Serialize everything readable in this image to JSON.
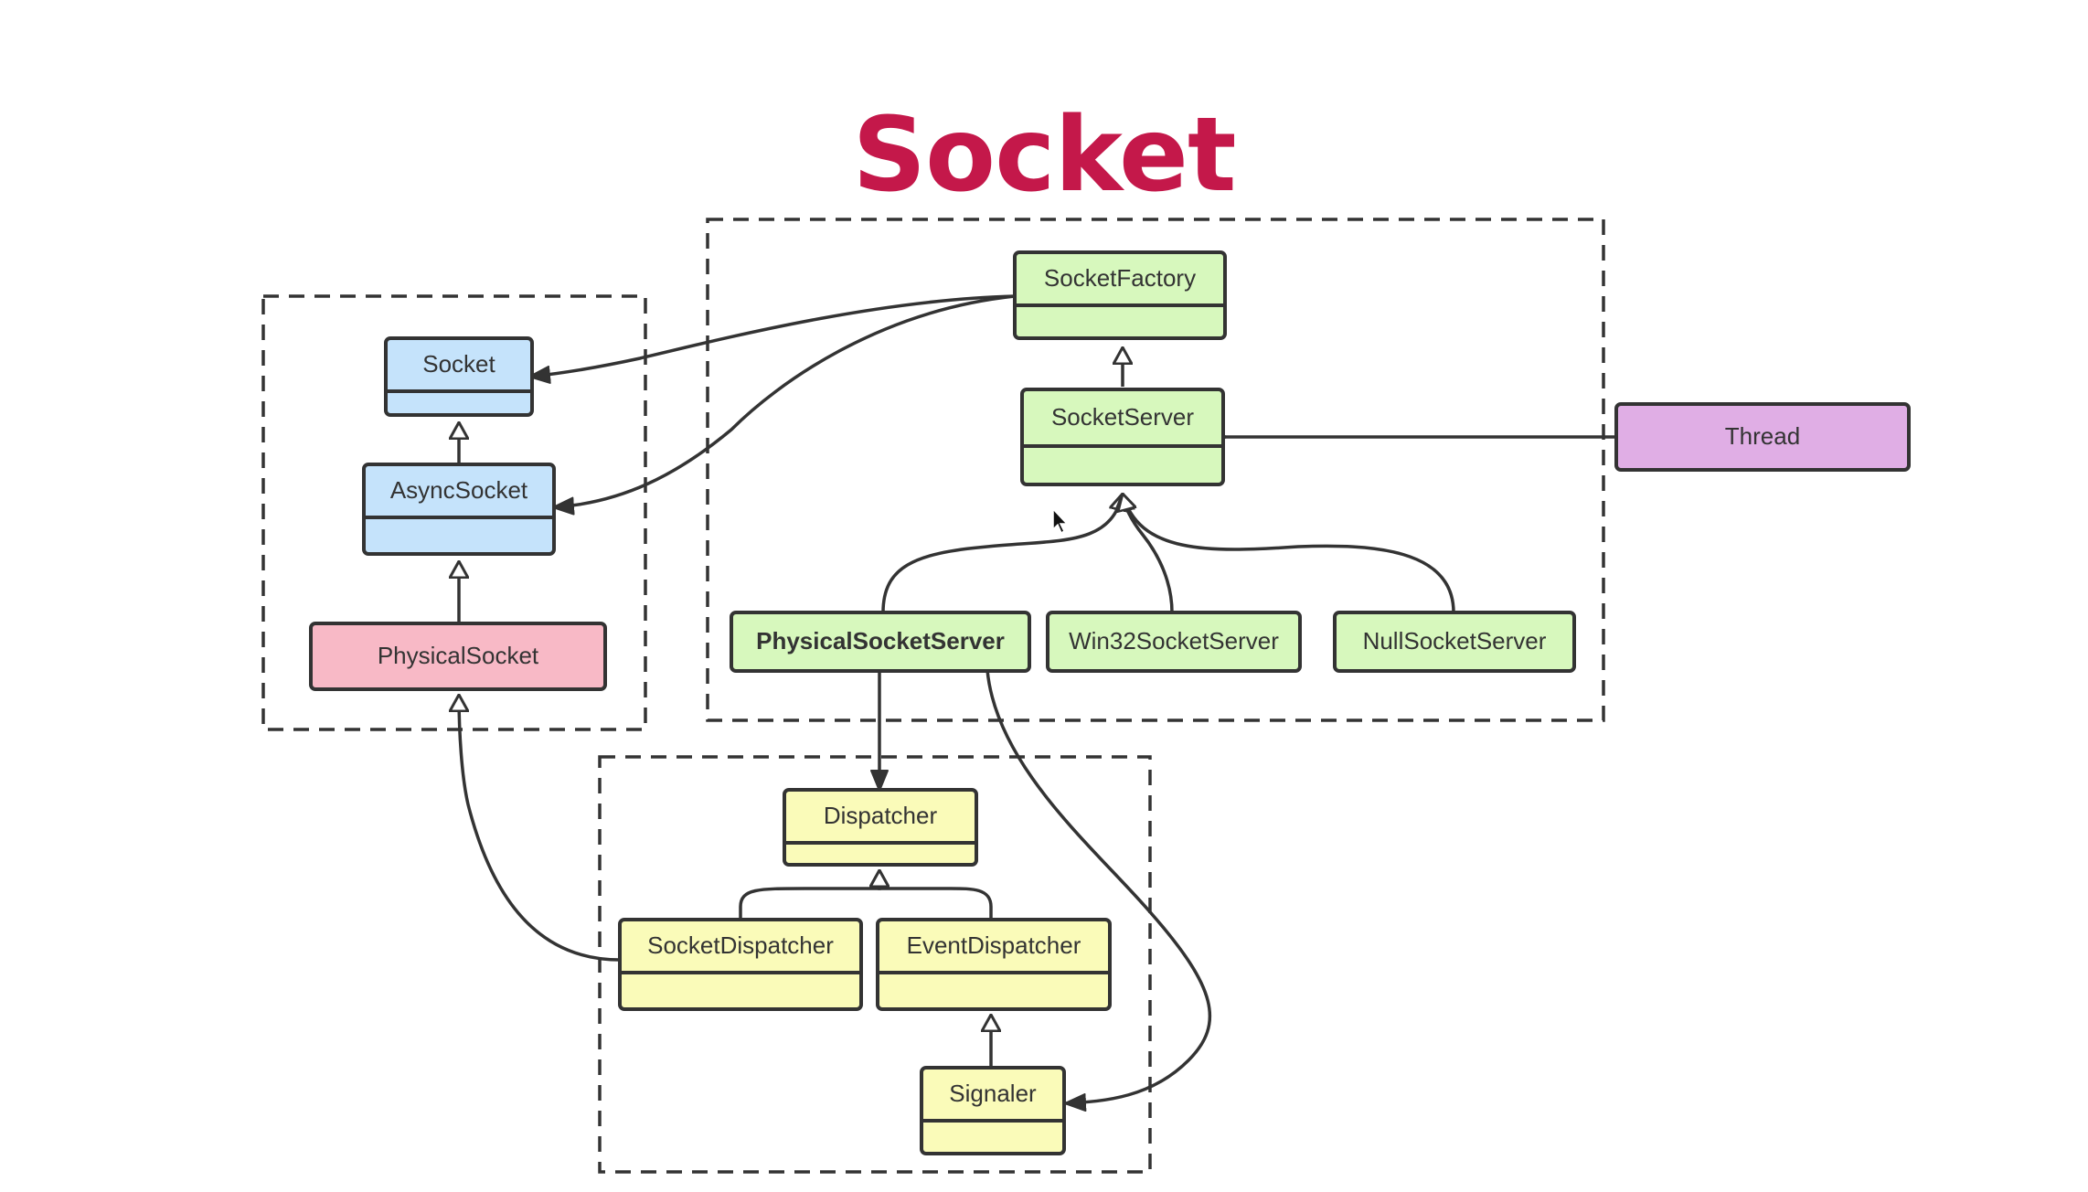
{
  "title": "Socket",
  "colors": {
    "title": "#c4184a",
    "blue": "#c5e3fb",
    "red": "#f8b9c6",
    "green": "#d7f8bd",
    "purple": "#e0aee5",
    "yellow": "#fafbb9",
    "line": "#333333"
  },
  "classes": [
    {
      "id": "SocketFactory",
      "label": "SocketFactory",
      "color": "green",
      "divided": true
    },
    {
      "id": "SocketServer",
      "label": "SocketServer",
      "color": "green",
      "divided": true
    },
    {
      "id": "Thread",
      "label": "Thread",
      "color": "purple",
      "divided": false
    },
    {
      "id": "Socket",
      "label": "Socket",
      "color": "blue",
      "divided": true
    },
    {
      "id": "AsyncSocket",
      "label": "AsyncSocket",
      "color": "blue",
      "divided": true
    },
    {
      "id": "PhysicalSocket",
      "label": "PhysicalSocket",
      "color": "red",
      "divided": false
    },
    {
      "id": "PhysicalSocketServer",
      "label": "PhysicalSocketServer",
      "color": "green",
      "divided": false,
      "bold": true
    },
    {
      "id": "Win32SocketServer",
      "label": "Win32SocketServer",
      "color": "green",
      "divided": false
    },
    {
      "id": "NullSocketServer",
      "label": "NullSocketServer",
      "color": "green",
      "divided": false
    },
    {
      "id": "Dispatcher",
      "label": "Dispatcher",
      "color": "yellow",
      "divided": true
    },
    {
      "id": "SocketDispatcher",
      "label": "SocketDispatcher",
      "color": "yellow",
      "divided": true
    },
    {
      "id": "EventDispatcher",
      "label": "EventDispatcher",
      "color": "yellow",
      "divided": true
    },
    {
      "id": "Signaler",
      "label": "Signaler",
      "color": "yellow",
      "divided": true
    }
  ],
  "relations": [
    {
      "from": "SocketServer",
      "to": "SocketFactory",
      "kind": "inherits"
    },
    {
      "from": "AsyncSocket",
      "to": "Socket",
      "kind": "inherits"
    },
    {
      "from": "PhysicalSocket",
      "to": "AsyncSocket",
      "kind": "inherits"
    },
    {
      "from": "PhysicalSocketServer",
      "to": "SocketServer",
      "kind": "inherits"
    },
    {
      "from": "Win32SocketServer",
      "to": "SocketServer",
      "kind": "inherits"
    },
    {
      "from": "NullSocketServer",
      "to": "SocketServer",
      "kind": "inherits"
    },
    {
      "from": "SocketDispatcher",
      "to": "Dispatcher",
      "kind": "inherits"
    },
    {
      "from": "EventDispatcher",
      "to": "Dispatcher",
      "kind": "inherits"
    },
    {
      "from": "Signaler",
      "to": "EventDispatcher",
      "kind": "inherits"
    },
    {
      "from": "SocketDispatcher",
      "to": "PhysicalSocket",
      "kind": "inherits"
    },
    {
      "from": "SocketFactory",
      "to": "Socket",
      "kind": "uses"
    },
    {
      "from": "SocketFactory",
      "to": "AsyncSocket",
      "kind": "uses"
    },
    {
      "from": "Thread",
      "to": "SocketServer",
      "kind": "uses"
    },
    {
      "from": "PhysicalSocketServer",
      "to": "Dispatcher",
      "kind": "uses"
    },
    {
      "from": "PhysicalSocketServer",
      "to": "Signaler",
      "kind": "uses"
    }
  ]
}
